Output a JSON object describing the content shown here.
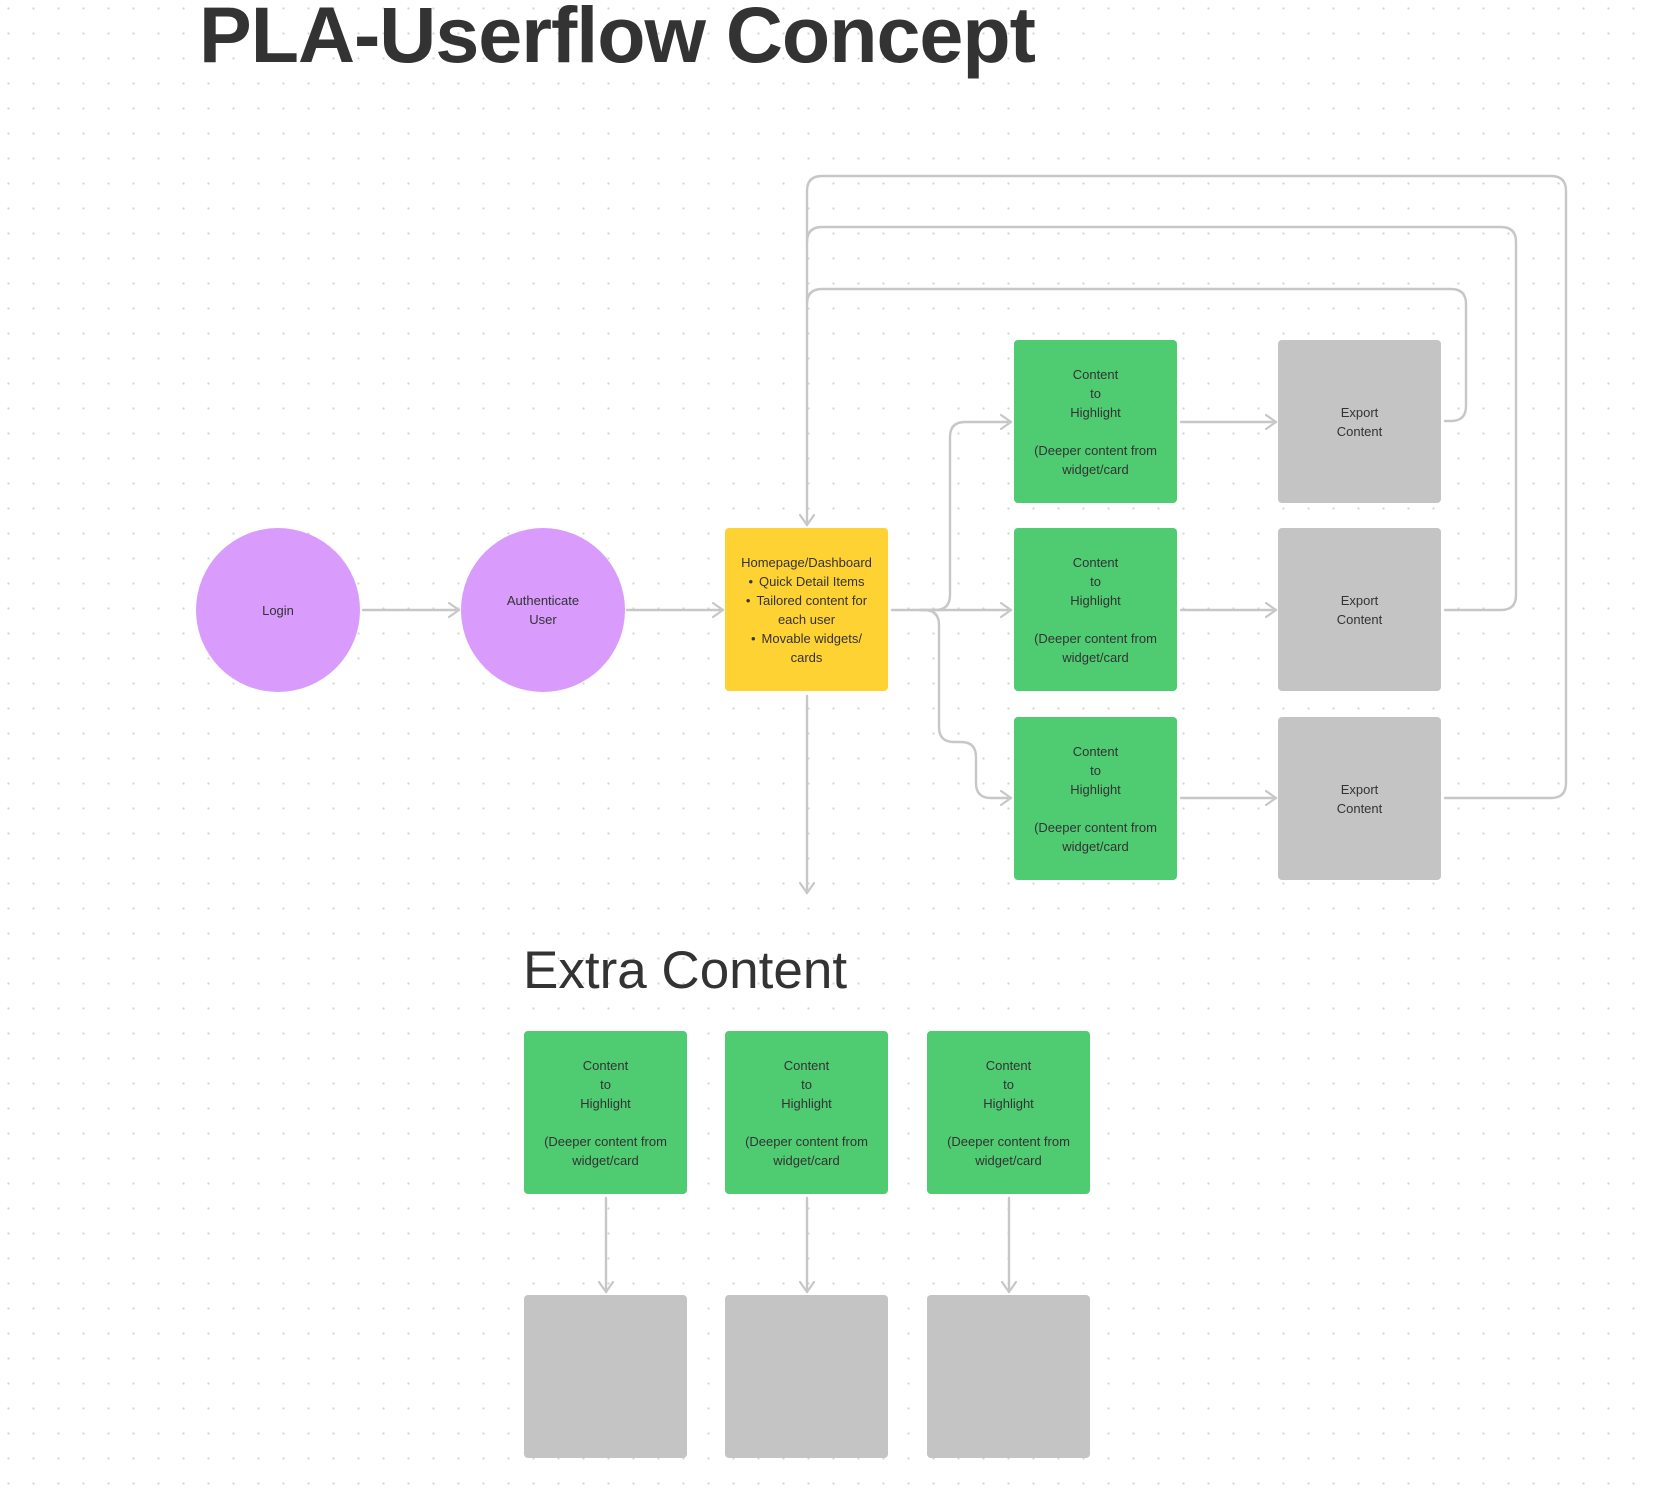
{
  "title": "PLA-Userflow Concept",
  "extra_section": {
    "title": "Extra Content"
  },
  "colors": {
    "circle": "#d99bfc",
    "homepage": "#ffd233",
    "content": "#4fcb72",
    "export": "#c4c4c4",
    "connector": "#c7c7c7",
    "text": "#333333"
  },
  "flow": {
    "login": {
      "label": "Login"
    },
    "authenticate": {
      "label": "Authenticate\nUser"
    },
    "homepage": {
      "heading": "Homepage/Dashboard",
      "bullets": [
        {
          "text": "Quick Detail Items"
        },
        {
          "text": "Tailored content for\neach user"
        },
        {
          "text": "Movable widgets/\ncards"
        }
      ]
    },
    "content_nodes": [
      {
        "label": "Content\nto\nHighlight\n\n(Deeper content from\nwidget/card"
      },
      {
        "label": "Content\nto\nHighlight\n\n(Deeper content from\nwidget/card"
      },
      {
        "label": "Content\nto\nHighlight\n\n(Deeper content from\nwidget/card"
      }
    ],
    "export_nodes": [
      {
        "label": "Export\nContent"
      },
      {
        "label": "Export\nContent"
      },
      {
        "label": "Export\nContent"
      }
    ]
  },
  "extra": {
    "content_nodes": [
      {
        "label": "Content\nto\nHighlight\n\n(Deeper content from\nwidget/card"
      },
      {
        "label": "Content\nto\nHighlight\n\n(Deeper content from\nwidget/card"
      },
      {
        "label": "Content\nto\nHighlight\n\n(Deeper content from\nwidget/card"
      }
    ],
    "placeholder_nodes": [
      {
        "label": ""
      },
      {
        "label": ""
      },
      {
        "label": ""
      }
    ]
  }
}
